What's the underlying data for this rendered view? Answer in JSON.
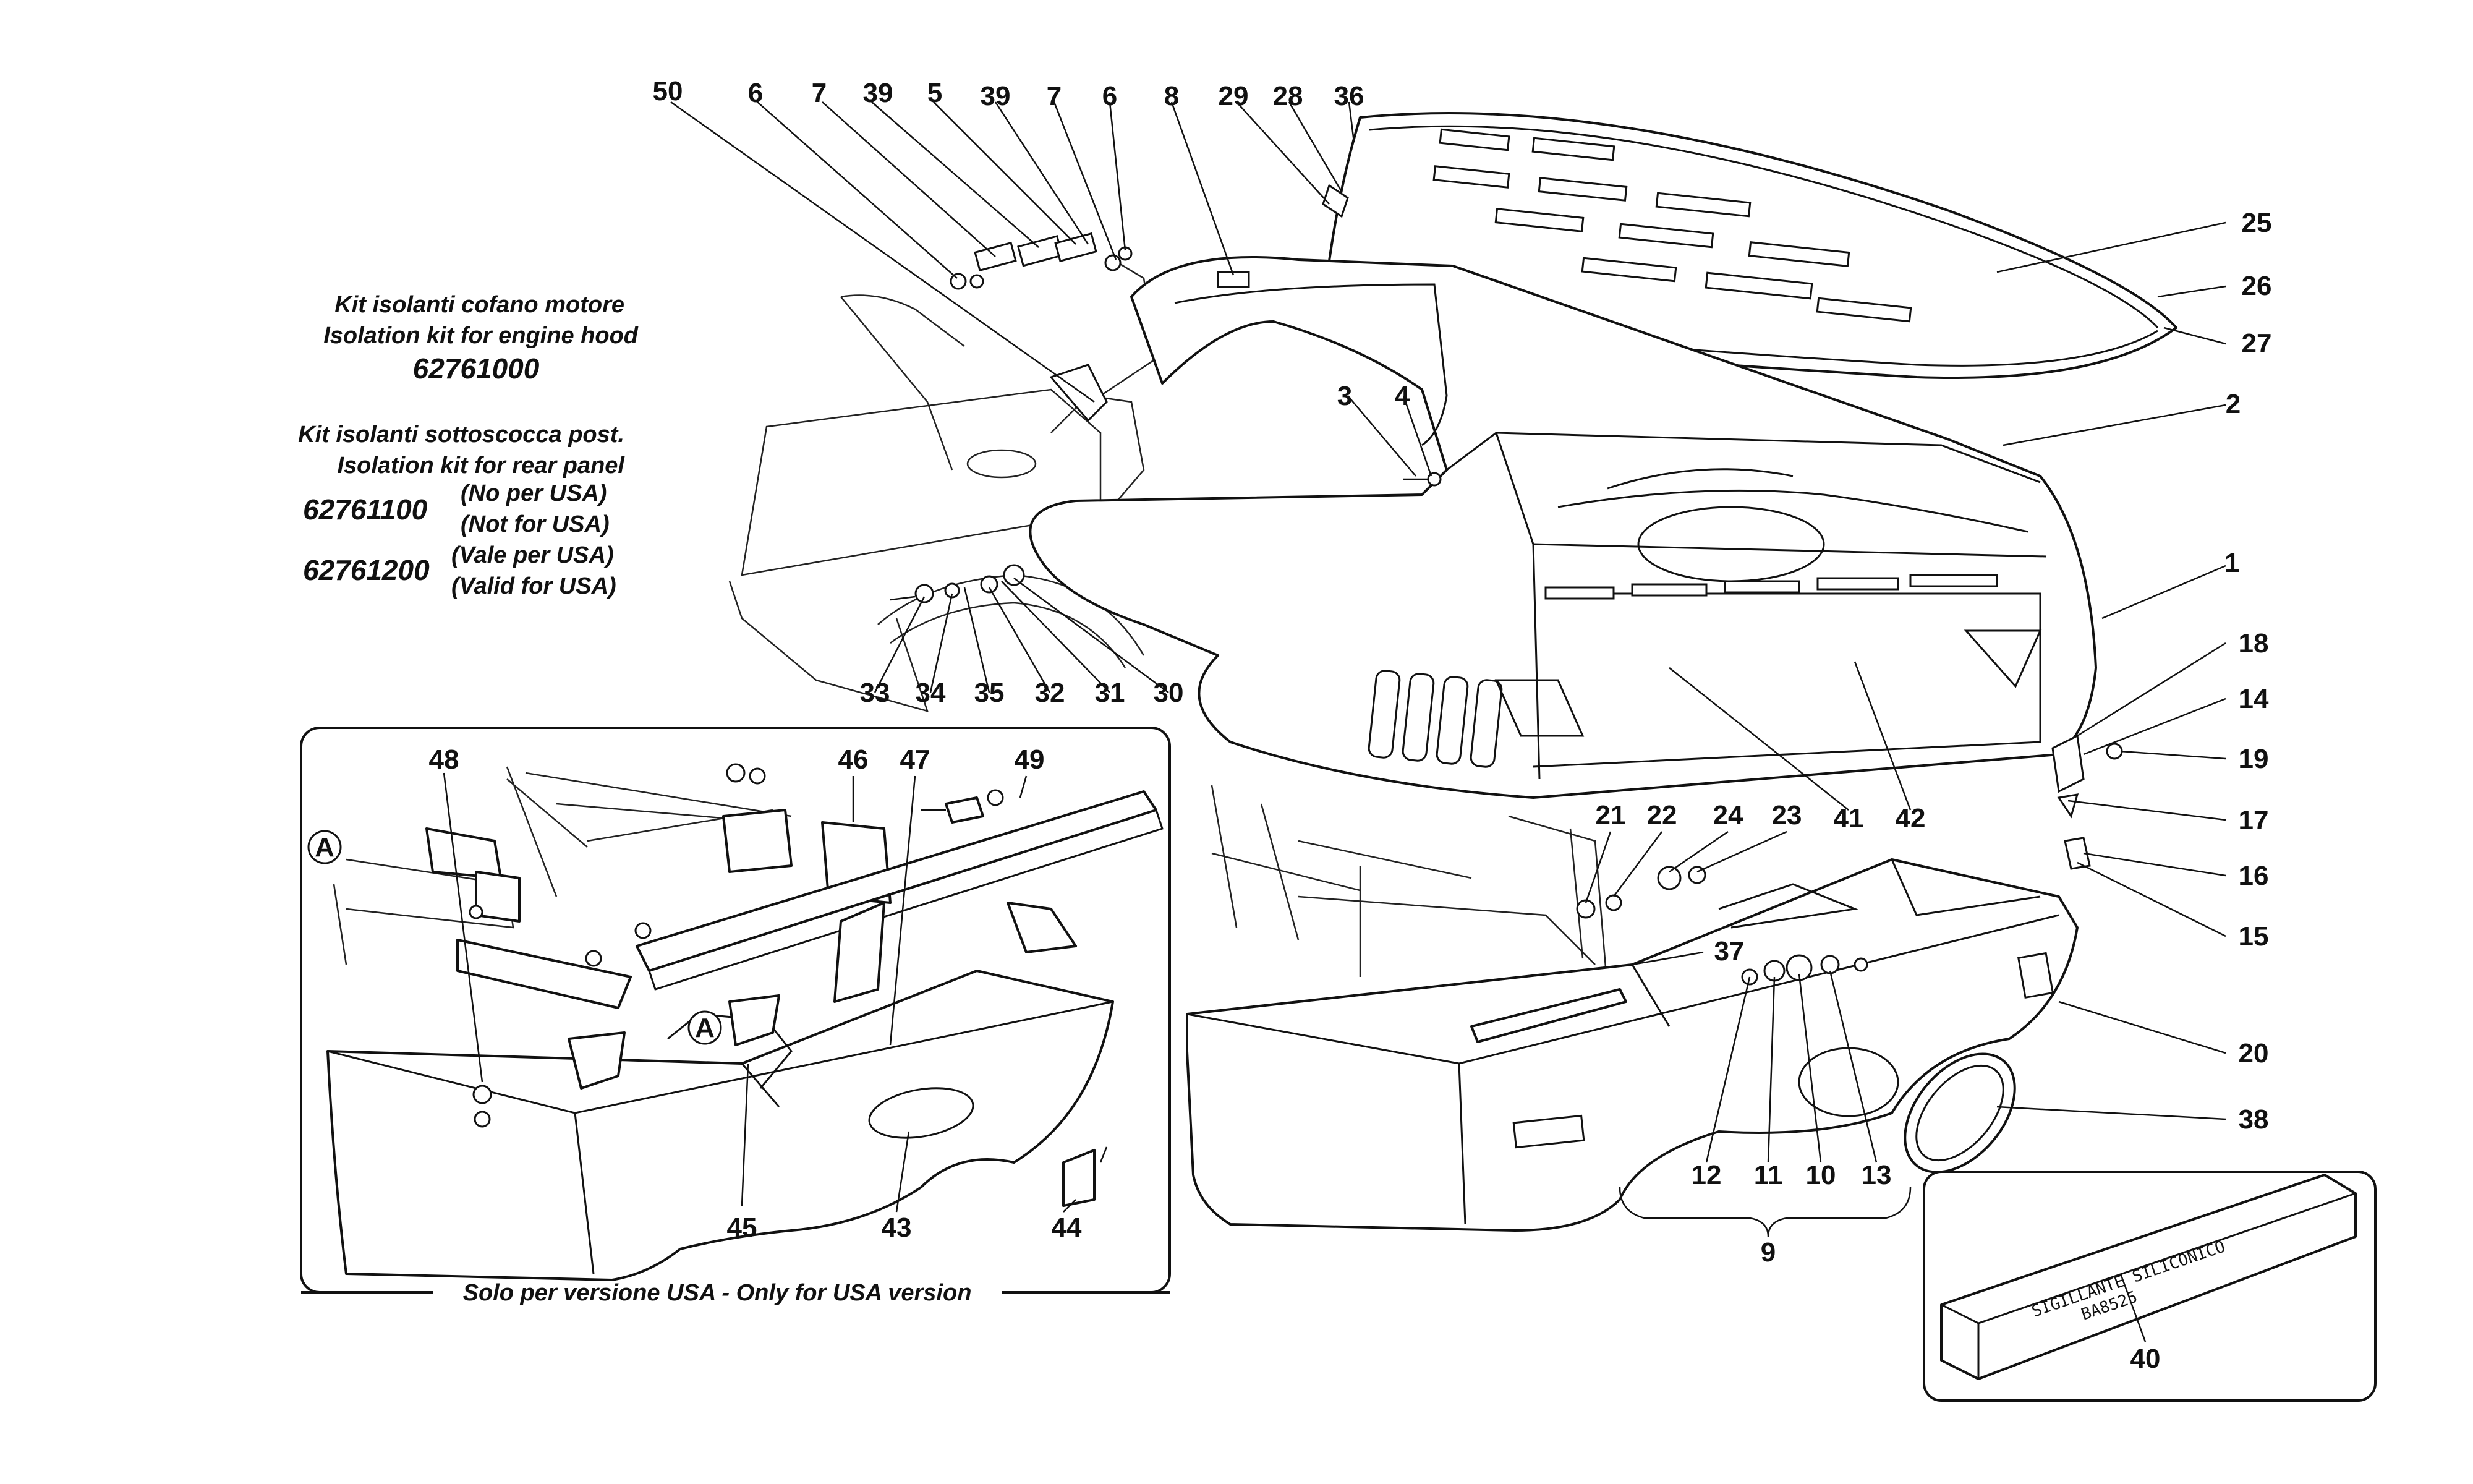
{
  "notes": {
    "kit_hood_it": "Kit isolanti cofano motore",
    "kit_hood_en": "Isolation kit for engine hood",
    "kit_hood_code": "62761000",
    "kit_rear_it": "Kit isolanti sottoscocca post.",
    "kit_rear_en": "Isolation kit for rear panel",
    "code_nonusa": "62761100",
    "nonusa_it": "(No per USA)",
    "nonusa_en": "(Not for USA)",
    "code_usa": "62761200",
    "usa_it": "(Vale per USA)",
    "usa_en": "(Valid for USA)"
  },
  "inset": {
    "caption": "Solo per versione USA - Only for USA version",
    "marker": "A"
  },
  "sealant_box_text": {
    "line1": "SIGILLANTE SILICONICO",
    "line2": "BA8525"
  },
  "part_labels": {
    "p50": "50",
    "p6a": "6",
    "p7a": "7",
    "p39a": "39",
    "p5": "5",
    "p39b": "39",
    "p7b": "7",
    "p6b": "6",
    "p8": "8",
    "p29": "29",
    "p28": "28",
    "p36": "36",
    "p25": "25",
    "p26": "26",
    "p27": "27",
    "p2": "2",
    "p3": "3",
    "p4": "4",
    "p1": "1",
    "p33": "33",
    "p34": "34",
    "p35": "35",
    "p32": "32",
    "p31": "31",
    "p30": "30",
    "p41": "41",
    "p42": "42",
    "p18": "18",
    "p14": "14",
    "p19": "19",
    "p17": "17",
    "p16": "16",
    "p15": "15",
    "p20": "20",
    "p38": "38",
    "p21": "21",
    "p22": "22",
    "p24": "24",
    "p23": "23",
    "p37": "37",
    "p12": "12",
    "p11": "11",
    "p10": "10",
    "p13": "13",
    "p9": "9",
    "p40": "40",
    "p48": "48",
    "p46": "46",
    "p47": "47",
    "p49": "49",
    "p45": "45",
    "p43": "43",
    "p44": "44"
  }
}
